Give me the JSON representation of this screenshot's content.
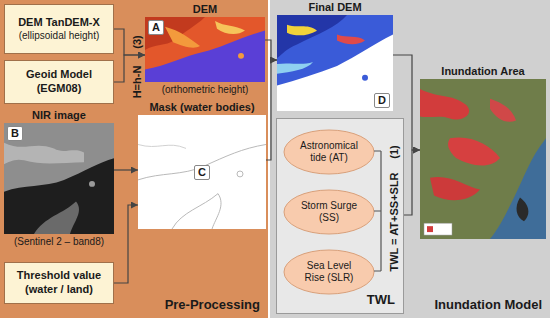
{
  "diagram": {
    "nodes": [
      {
        "text": [
          "Pre-Processing"
        ]
      },
      {
        "text": [
          "DEM TanDEM-X",
          "(ellipsoidal height)"
        ],
        "in": 0
      },
      {
        "text": [
          "Geoid Model (EGM08)"
        ],
        "in": 0
      },
      {
        "text": [
          "DEM",
          "A",
          "(orthometric height)"
        ],
        "in": 0
      },
      {
        "text": [
          "NIR image",
          "B",
          "(Sentinel 2 – band8)"
        ],
        "in": 0
      },
      {
        "text": [
          "Mask (water bodies)",
          "C"
        ],
        "in": 0
      },
      {
        "text": [
          "Threshold value (water / land)"
        ],
        "in": 0
      },
      {
        "text": [
          "Inundation Model"
        ]
      },
      {
        "text": [
          "Final DEM",
          "D"
        ],
        "in": 7
      },
      {
        "text": [
          "TWL"
        ],
        "in": 7
      },
      {
        "text": [
          "Astronomical tide (AT)"
        ],
        "in": 9
      },
      {
        "text": [
          "Storm Surge (SS)"
        ],
        "in": 9
      },
      {
        "text": [
          "Sea Level Rise (SLR)"
        ],
        "in": 9
      },
      {
        "text": [
          "Inundation Area"
        ],
        "in": 7
      }
    ],
    "edges": [
      {
        "from": 1,
        "to": 3,
        "arrow": "to"
      },
      {
        "from": 2,
        "to": 3,
        "arrow": "to"
      },
      {
        "from": 4,
        "to": 5,
        "arrow": "to"
      },
      {
        "from": 6,
        "to": 5,
        "arrow": "to"
      },
      {
        "from": 3,
        "to": 8,
        "arrow": "to"
      },
      {
        "from": 5,
        "to": 8,
        "arrow": "to"
      },
      {
        "from": 8,
        "to": 13,
        "arrow": "to"
      },
      {
        "from": 9,
        "to": 13,
        "arrow": "to"
      }
    ],
    "labels": [
      "(3)",
      "H=h-N",
      "(1)",
      "TWL = AT+SS+SLR"
    ]
  }
}
